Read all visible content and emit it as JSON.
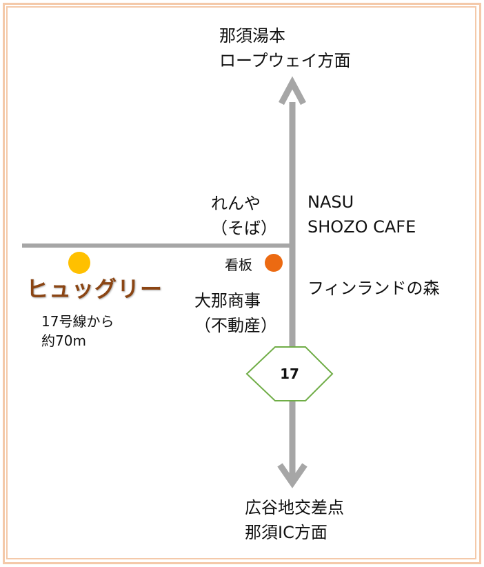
{
  "north_destination": {
    "line1": "那須湯本",
    "line2": "ロープウェイ方面"
  },
  "south_destination": {
    "line1": "広谷地交差点",
    "line2": "那須IC方面"
  },
  "landmarks": {
    "renya": {
      "line1": "れんや",
      "line2": "（そば）"
    },
    "nasu_shozo_cafe": {
      "line1": "NASU",
      "line2": "SHOZO CAFE"
    },
    "finland_forest": "フィンランドの森",
    "omina_shoji": {
      "line1": "大那商事",
      "line2": "（不動産）"
    },
    "signboard": "看板"
  },
  "destination": {
    "name": "ヒュッグリー",
    "distance_line1": "17号線から",
    "distance_line2": "約70m"
  },
  "route_shield": {
    "number": "17"
  },
  "colors": {
    "road": "#a6a6a6",
    "frame": "#f4c9a9",
    "destination_marker": "#ffc000",
    "signboard_marker": "#ec6a12",
    "destination_text": "#8b4513",
    "shield_border": "#70ad47"
  }
}
